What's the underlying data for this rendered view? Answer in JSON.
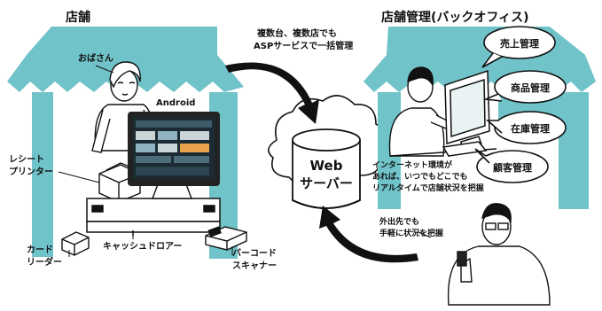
{
  "store": {
    "title": "店舗",
    "labels": {
      "obasan": "おばさん",
      "android": "Android",
      "receipt_line1": "レシート",
      "receipt_line2": "プリンター",
      "card_line1": "カード",
      "card_line2": "リーダー",
      "cash_drawer": "キャッシュドロアー",
      "barcode_line1": "バーコード",
      "barcode_line2": "スキャナー"
    }
  },
  "center": {
    "note_line1": "複数台、複数店でも",
    "note_line2": "ASPサービスで一括管理",
    "server_line1": "Web",
    "server_line2": "サーバー"
  },
  "backoffice": {
    "title": "店舗管理(バックオフィス)",
    "bubbles": [
      "売上管理",
      "商品管理",
      "在庫管理",
      "顧客管理"
    ],
    "internet_line1": "インターネット環境が",
    "internet_line2": "あれば、いつでもどこでも",
    "internet_line3": "リアルタイムで店舗状況を把握",
    "outside_line1": "外出先でも",
    "outside_line2": "手軽に状況を把握"
  },
  "colors": {
    "teal": "#6fc3c9",
    "teal_dark": "#5cb3ba",
    "ink": "#111111",
    "screen": "#1b2a33"
  }
}
